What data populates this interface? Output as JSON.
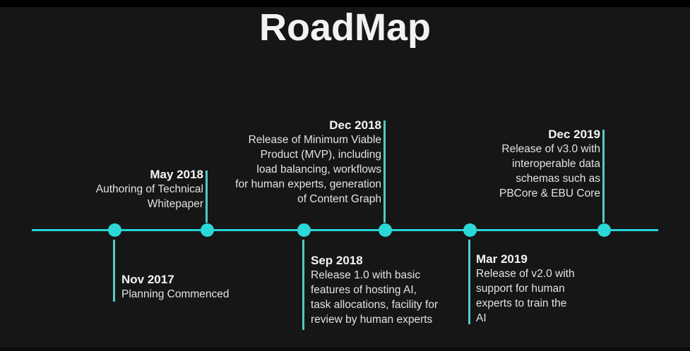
{
  "title": "RoadMap",
  "colors": {
    "background": "#161616",
    "top_bar": "#000000",
    "accent_cyan": "#2BD8D8",
    "connector_teal": "#55C9C9",
    "title_text": "#F2F2F2",
    "body_text": "#E3E3E3"
  },
  "timeline": {
    "milestones": [
      {
        "date": "Nov 2017",
        "description": "Planning Commenced",
        "side": "below"
      },
      {
        "date": "May 2018",
        "description": "Authoring of Technical\nWhitepaper",
        "side": "above"
      },
      {
        "date": "Sep 2018",
        "description": "Release 1.0 with basic\nfeatures of hosting AI,\ntask allocations, facility for\nreview by human experts",
        "side": "below"
      },
      {
        "date": "Dec 2018",
        "description": "Release of Minimum Viable\nProduct (MVP), including\nload balancing, workflows\nfor human experts, generation\nof Content Graph",
        "side": "above"
      },
      {
        "date": "Mar 2019",
        "description": "Release of v2.0 with\nsupport for human\nexperts to train the\nAI",
        "side": "below"
      },
      {
        "date": "Dec 2019",
        "description": "Release of v3.0 with\ninteroperable data\nschemas such as\nPBCore & EBU Core",
        "side": "above"
      }
    ]
  }
}
